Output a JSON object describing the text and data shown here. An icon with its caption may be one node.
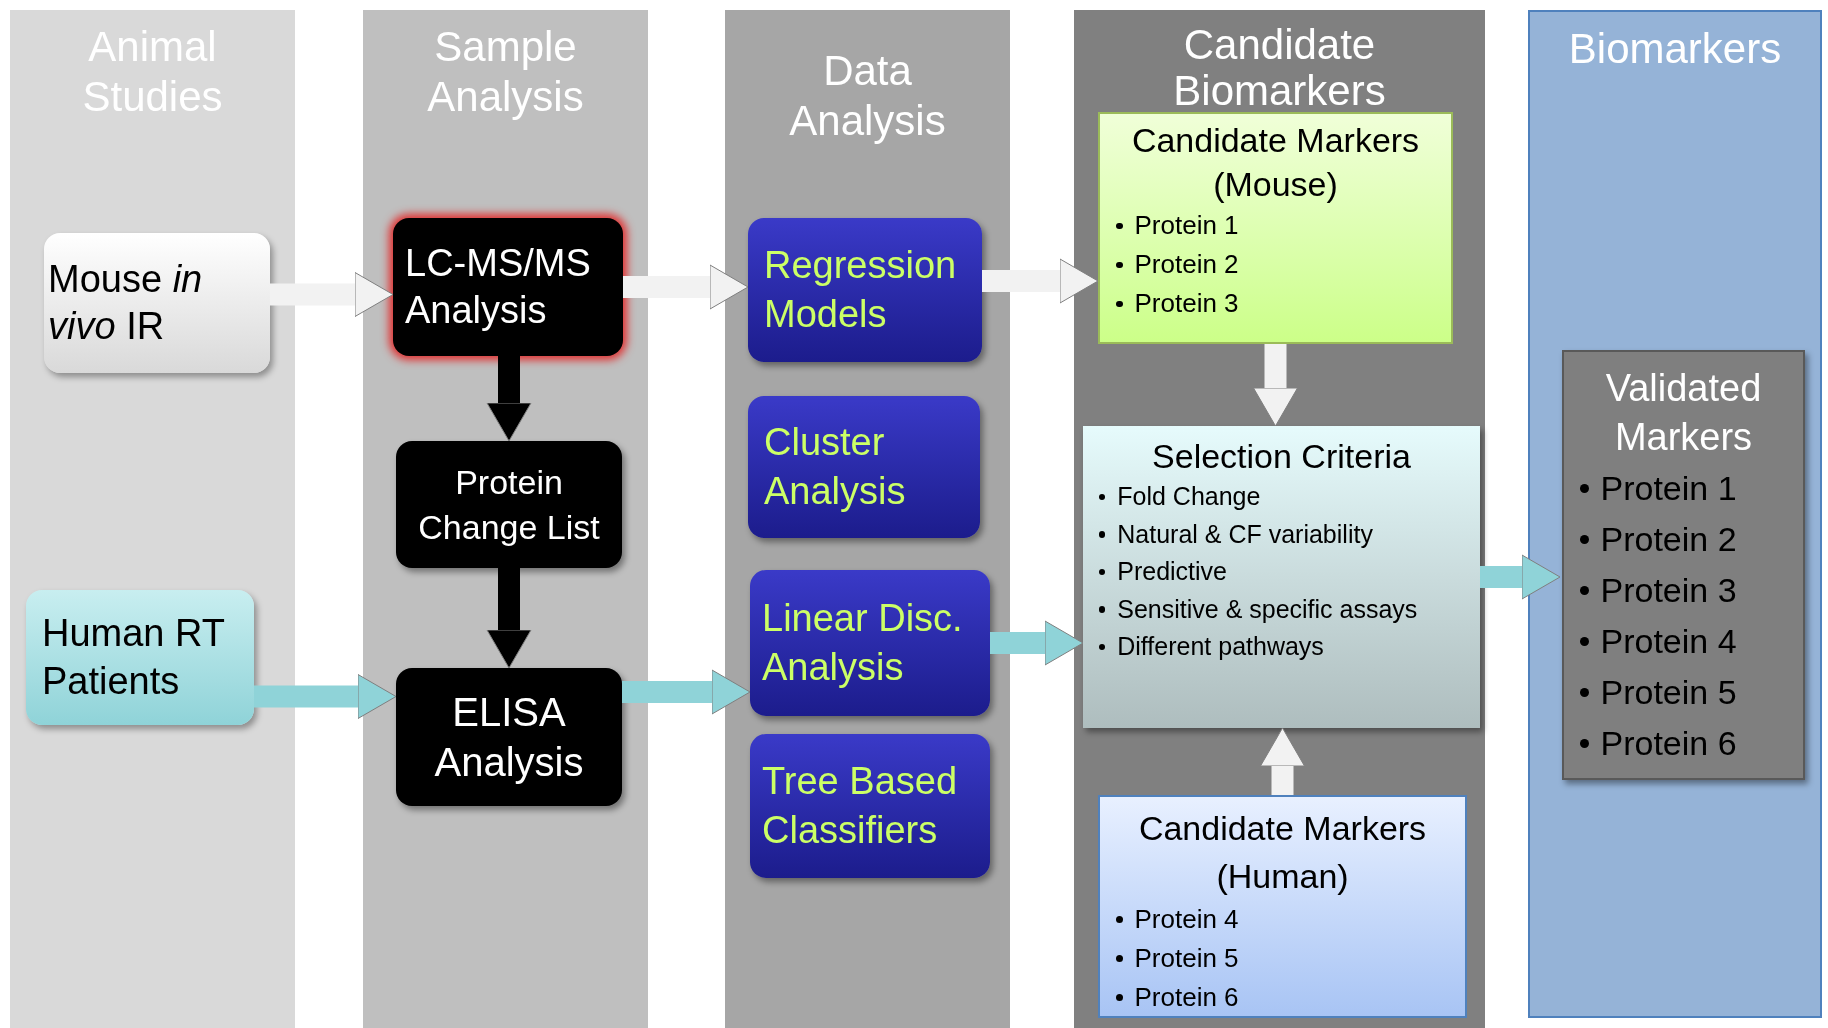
{
  "diagram": {
    "nodes": [
      {
        "text": [
          "Animal Studies"
        ]
      },
      {
        "text": [
          "Sample Analysis"
        ]
      },
      {
        "text": [
          "Data Analysis"
        ]
      },
      {
        "text": [
          "Candidate Biomarkers"
        ]
      },
      {
        "text": [
          "Biomarkers"
        ]
      },
      {
        "text": [
          "Mouse *in vivo* IR"
        ],
        "in": 0
      },
      {
        "text": [
          "Human RT Patients"
        ],
        "in": 0
      },
      {
        "text": [
          "LC-MS/MS Analysis"
        ],
        "in": 1
      },
      {
        "text": [
          "Protein Change List"
        ],
        "in": 1
      },
      {
        "text": [
          "ELISA Analysis"
        ],
        "in": 1
      },
      {
        "text": [
          "Regression Models"
        ],
        "in": 2
      },
      {
        "text": [
          "Cluster Analysis"
        ],
        "in": 2
      },
      {
        "text": [
          "Linear Disc. Analysis"
        ],
        "in": 2
      },
      {
        "text": [
          "Tree Based Classifiers"
        ],
        "in": 2
      },
      {
        "text": [
          "Candidate Markers (Mouse)",
          "Protein 1",
          "Protein 2",
          "Protein 3"
        ],
        "in": 3
      },
      {
        "text": [
          "Selection Criteria",
          "Fold Change",
          "Natural & CF variability",
          "Predictive",
          "Sensitive & specific assays",
          "Different pathways"
        ],
        "in": 3
      },
      {
        "text": [
          "Candidate Markers (Human)",
          "Protein 4",
          "Protein 5",
          "Protein 6"
        ],
        "in": 3
      },
      {
        "text": [
          "Validated Markers",
          "Protein 1",
          "Protein 2",
          "Protein 3",
          "Protein 4",
          "Protein 5",
          "Protein 6"
        ],
        "in": 4
      }
    ],
    "edges": [
      {
        "from": 5,
        "to": 7,
        "arrow": "to"
      },
      {
        "from": 6,
        "to": 9,
        "arrow": "to",
        "color": "#8fd3d8"
      },
      {
        "from": 7,
        "to": 8,
        "arrow": "to",
        "color": "#000000"
      },
      {
        "from": 8,
        "to": 9,
        "arrow": "to",
        "color": "#000000"
      },
      {
        "from": 7,
        "to": 10,
        "arrow": "to"
      },
      {
        "from": 9,
        "to": 12,
        "arrow": "to",
        "color": "#8fd3d8"
      },
      {
        "from": 10,
        "to": 14,
        "arrow": "to"
      },
      {
        "from": 12,
        "to": 15,
        "arrow": "to",
        "color": "#8fd3d8"
      },
      {
        "from": 14,
        "to": 15,
        "arrow": "to"
      },
      {
        "from": 16,
        "to": 15,
        "arrow": "to"
      },
      {
        "from": 15,
        "to": 17,
        "arrow": "to",
        "color": "#8fd3d8"
      }
    ]
  }
}
